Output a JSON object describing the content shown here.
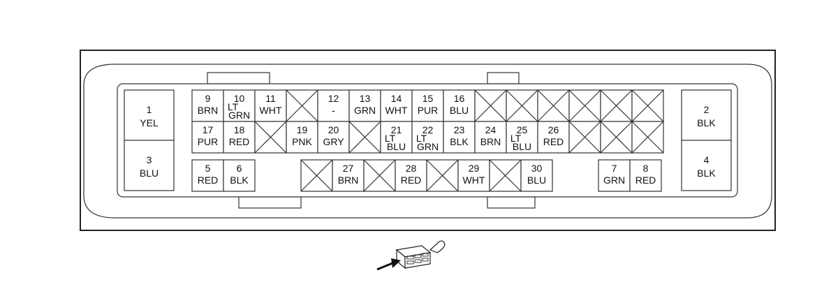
{
  "connector": {
    "big_pins": [
      {
        "num": "1",
        "color": "YEL"
      },
      {
        "num": "3",
        "color": "BLU"
      },
      {
        "num": "2",
        "color": "BLK"
      },
      {
        "num": "4",
        "color": "BLK"
      }
    ],
    "row1": [
      {
        "num": "9",
        "color": [
          "BRN"
        ]
      },
      {
        "num": "10",
        "color": [
          "LT",
          "GRN"
        ]
      },
      {
        "num": "11",
        "color": [
          "WHT"
        ]
      },
      {
        "blank": true
      },
      {
        "num": "12",
        "color": [
          "-"
        ]
      },
      {
        "num": "13",
        "color": [
          "GRN"
        ]
      },
      {
        "num": "14",
        "color": [
          "WHT"
        ]
      },
      {
        "num": "15",
        "color": [
          "PUR"
        ]
      },
      {
        "num": "16",
        "color": [
          "BLU"
        ]
      },
      {
        "blank": true
      },
      {
        "blank": true
      },
      {
        "blank": true
      },
      {
        "blank": true
      },
      {
        "blank": true
      },
      {
        "blank": true
      }
    ],
    "row2": [
      {
        "num": "17",
        "color": [
          "PUR"
        ]
      },
      {
        "num": "18",
        "color": [
          "RED"
        ]
      },
      {
        "blank": true
      },
      {
        "num": "19",
        "color": [
          "PNK"
        ]
      },
      {
        "num": "20",
        "color": [
          "GRY"
        ]
      },
      {
        "blank": true
      },
      {
        "num": "21",
        "color": [
          "LT",
          "BLU"
        ]
      },
      {
        "num": "22",
        "color": [
          "LT",
          "GRN"
        ]
      },
      {
        "num": "23",
        "color": [
          "BLK"
        ]
      },
      {
        "num": "24",
        "color": [
          "BRN"
        ]
      },
      {
        "num": "25",
        "color": [
          "LT",
          "BLU"
        ]
      },
      {
        "num": "26",
        "color": [
          "RED"
        ]
      },
      {
        "blank": true
      },
      {
        "blank": true
      },
      {
        "blank": true
      }
    ],
    "row3_left": [
      {
        "num": "5",
        "color": [
          "RED"
        ]
      },
      {
        "num": "6",
        "color": [
          "BLK"
        ]
      }
    ],
    "row3_mid": [
      {
        "blank": true
      },
      {
        "num": "27",
        "color": [
          "BRN"
        ]
      },
      {
        "blank": true
      },
      {
        "num": "28",
        "color": [
          "RED"
        ]
      },
      {
        "blank": true
      },
      {
        "num": "29",
        "color": [
          "WHT"
        ]
      },
      {
        "blank": true
      },
      {
        "num": "30",
        "color": [
          "BLU"
        ]
      }
    ],
    "row3_right": [
      {
        "num": "7",
        "color": [
          "GRN"
        ]
      },
      {
        "num": "8",
        "color": [
          "RED"
        ]
      }
    ]
  },
  "icons": {
    "view_indicator": "connector-view-arrow-icon"
  }
}
